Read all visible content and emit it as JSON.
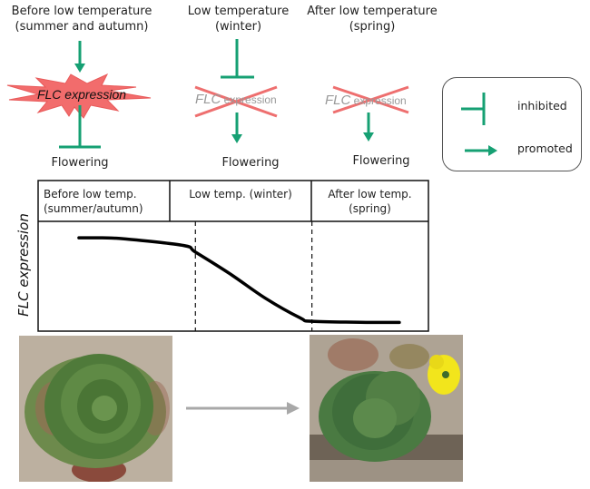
{
  "colors": {
    "arrow_green": "#16a073",
    "burst_red": "#f26c6c",
    "cross_red": "#ee6f6f",
    "faded_text": "#9a9a9a",
    "gray_arrow": "#a8a8a8",
    "flower_yellow": "#f2e51c"
  },
  "panels": [
    {
      "title_line1": "Before low temperature",
      "title_line2": "(summer and autumn)",
      "top_connector": "promoted",
      "flc_state": "expressed",
      "flc_label": "FLC expression",
      "bottom_connector": "inhibited",
      "outcome": "Flowering"
    },
    {
      "title_line1": "Low temperature",
      "title_line2": "(winter)",
      "top_connector": "inhibited",
      "flc_state": "suppressed",
      "flc_label_italic": "FLC",
      "flc_label_rest": " expression",
      "bottom_connector": "promoted",
      "outcome": "Flowering"
    },
    {
      "title_line1": "After low temperature",
      "title_line2": "(spring)",
      "top_connector": "none",
      "flc_state": "suppressed",
      "flc_label_italic": "FLC",
      "flc_label_rest": " expression",
      "bottom_connector": "promoted",
      "outcome": "Flowering"
    }
  ],
  "legend": {
    "items": [
      {
        "symbol": "inhibit-bar",
        "label": "inhibited"
      },
      {
        "symbol": "arrow",
        "label": "promoted"
      }
    ]
  },
  "timeline": {
    "ylabel": "FLC expression",
    "columns": [
      {
        "line1": "Before low temp.",
        "line2": "(summer/autumn)"
      },
      {
        "line1": "Low temp. (winter)",
        "line2": ""
      },
      {
        "line1": "After low temp.",
        "line2": "(spring)"
      }
    ]
  },
  "chart_data": {
    "type": "line",
    "title": "",
    "xlabel": "",
    "ylabel": "FLC expression",
    "x_phases": [
      "Before low temp. (summer/autumn)",
      "Low temp. (winter)",
      "After low temp. (spring)"
    ],
    "x": [
      0.0,
      0.2,
      0.4,
      0.9,
      1.0,
      1.3,
      1.6,
      1.9,
      2.0,
      2.5,
      2.75
    ],
    "series": [
      {
        "name": "FLC expression",
        "values": [
          0.85,
          0.85,
          0.84,
          0.78,
          0.72,
          0.52,
          0.3,
          0.12,
          0.09,
          0.08,
          0.08
        ]
      }
    ],
    "xlim": [
      -0.35,
      3.0
    ],
    "ylim": [
      0,
      1
    ],
    "phase_boundaries": [
      1.0,
      2.0
    ],
    "grid": false,
    "legend": "none"
  },
  "photos": [
    {
      "caption": "",
      "description": "cabbage plant before vernalization (leafy rosette)"
    },
    {
      "caption": "",
      "description": "cabbage plant after vernalization with yellow flowers"
    }
  ]
}
